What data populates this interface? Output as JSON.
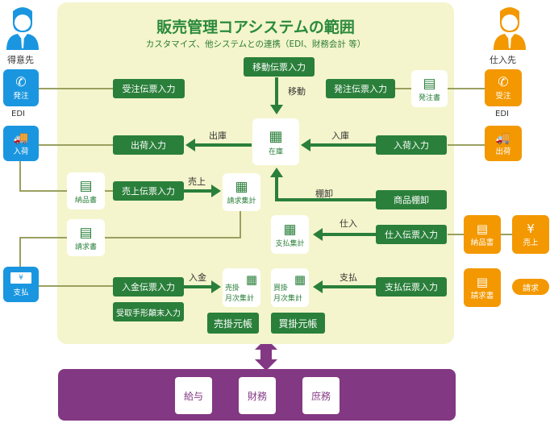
{
  "title": "販売管理コアシステムの範囲",
  "subtitle": "カスタマイズ、他システムとの連携（EDI、財務会計 等）",
  "colors": {
    "core_bg": "#f4f5cc",
    "green": "#2a7f3a",
    "customer_blue": "#1a96e0",
    "supplier_orange": "#f39800",
    "external_purple": "#823882",
    "connector_line": "#9aa060"
  },
  "customer": {
    "label": "得意先",
    "icon": "person-icon",
    "order": {
      "label": "発注",
      "icon": "phone-chat-icon",
      "sub": "EDI"
    },
    "receive": {
      "label": "入荷",
      "icon": "truck-icon"
    },
    "payment": {
      "label": "支払",
      "icon": "yen-bill-icon"
    }
  },
  "supplier": {
    "label": "仕入先",
    "icon": "person-icon",
    "order": {
      "label": "受注",
      "icon": "phone-chat-icon",
      "sub": "EDI"
    },
    "ship": {
      "label": "出荷",
      "icon": "truck-icon"
    },
    "delivery_note": {
      "label": "納品書",
      "icon": "document-icon"
    },
    "sales": {
      "label": "売上",
      "icon": "yen-register-icon"
    },
    "invoice": {
      "label": "請求書",
      "icon": "document-icon"
    },
    "billing": {
      "label": "請求"
    }
  },
  "core": {
    "order_entry": "受注伝票入力",
    "transfer_entry": "移動伝票入力",
    "purchase_order_entry": "発注伝票入力",
    "purchase_order_doc": "発注書",
    "shipping_entry": "出荷入力",
    "receiving_entry": "入荷入力",
    "inventory": "在庫",
    "stocktake_entry": "商品棚卸",
    "delivery_note": "納品書",
    "sales_entry": "売上伝票入力",
    "billing_summary": "請求集計",
    "invoice": "請求書",
    "payment_summary": "支払集計",
    "purchase_entry": "仕入伝票入力",
    "deposit_entry": "入金伝票入力",
    "bill_receivable_entry": "受取手形顛末入力",
    "ar_monthly": [
      "売掛",
      "月次集計"
    ],
    "ap_monthly": [
      "買掛",
      "月次集計"
    ],
    "payment_entry": "支払伝票入力",
    "ar_ledger": "売掛元帳",
    "ap_ledger": "買掛元帳"
  },
  "arrows": {
    "transfer": "移動",
    "ship_out": "出庫",
    "stock_in": "入庫",
    "stocktake": "棚卸",
    "sales": "売上",
    "purchase": "仕入",
    "deposit": "入金",
    "payment": "支払"
  },
  "external": {
    "items": [
      "給与",
      "財務",
      "庶務"
    ]
  }
}
